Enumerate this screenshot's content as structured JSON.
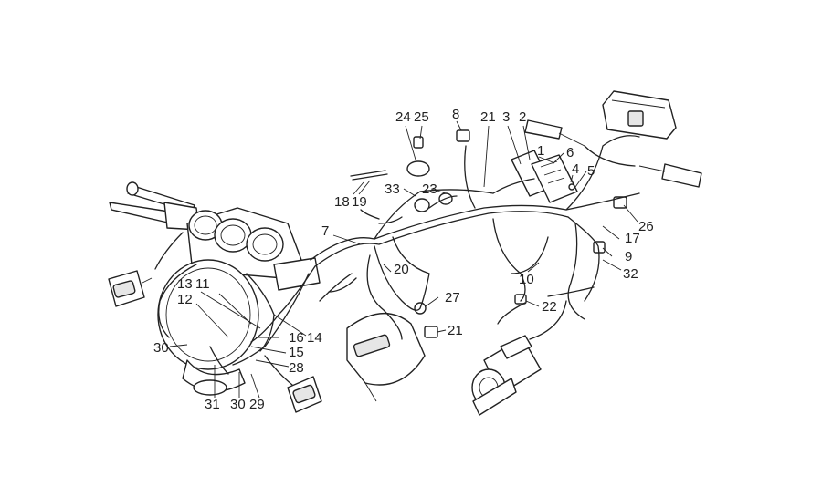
{
  "diagram": {
    "type": "exploded-parts-diagram",
    "subject": "wiring harness and electrical components",
    "line_color": "#222222",
    "background_color": "#ffffff",
    "callouts": [
      {
        "id": "c1",
        "label": "1"
      },
      {
        "id": "c2",
        "label": "2"
      },
      {
        "id": "c3",
        "label": "3"
      },
      {
        "id": "c4",
        "label": "4"
      },
      {
        "id": "c5",
        "label": "5"
      },
      {
        "id": "c6",
        "label": "6"
      },
      {
        "id": "c7",
        "label": "7"
      },
      {
        "id": "c8",
        "label": "8"
      },
      {
        "id": "c9",
        "label": "9"
      },
      {
        "id": "c10",
        "label": "10"
      },
      {
        "id": "c11",
        "label": "11"
      },
      {
        "id": "c12",
        "label": "12"
      },
      {
        "id": "c13",
        "label": "13"
      },
      {
        "id": "c14",
        "label": "14"
      },
      {
        "id": "c15",
        "label": "15"
      },
      {
        "id": "c16",
        "label": "16"
      },
      {
        "id": "c17",
        "label": "17"
      },
      {
        "id": "c18",
        "label": "18"
      },
      {
        "id": "c19",
        "label": "19"
      },
      {
        "id": "c20",
        "label": "20"
      },
      {
        "id": "c21a",
        "label": "21"
      },
      {
        "id": "c21b",
        "label": "21"
      },
      {
        "id": "c22",
        "label": "22"
      },
      {
        "id": "c23",
        "label": "23"
      },
      {
        "id": "c24",
        "label": "24"
      },
      {
        "id": "c25",
        "label": "25"
      },
      {
        "id": "c26",
        "label": "26"
      },
      {
        "id": "c27",
        "label": "27"
      },
      {
        "id": "c28",
        "label": "28"
      },
      {
        "id": "c29",
        "label": "29"
      },
      {
        "id": "c30a",
        "label": "30"
      },
      {
        "id": "c30b",
        "label": "30"
      },
      {
        "id": "c31",
        "label": "31"
      },
      {
        "id": "c32",
        "label": "32"
      },
      {
        "id": "c33",
        "label": "33"
      }
    ]
  }
}
